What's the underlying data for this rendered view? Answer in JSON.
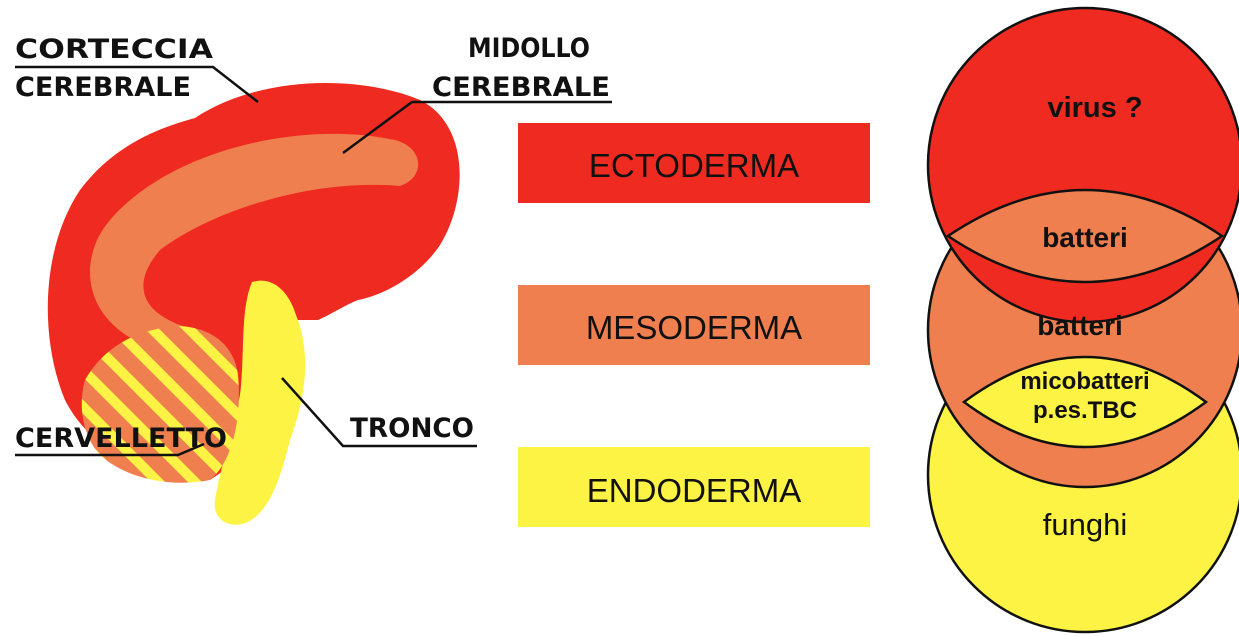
{
  "colors": {
    "ectoderm": "#ef2a20",
    "mesoderm": "#f07f4f",
    "endoderm": "#fdf344",
    "outline": "#111111",
    "background": "#ffffff"
  },
  "brain": {
    "corteccia_line1": "CORTECCIA",
    "corteccia_line2": "CEREBRALE",
    "midollo_line1": "MIDOLLO",
    "midollo_line2": "CEREBRALE",
    "cervelletto": "CERVELLETTO",
    "tronco": "TRONCO"
  },
  "layers": {
    "ectoderma": "ECTODERMA",
    "mesoderma": "MESODERMA",
    "endoderma": "ENDODERMA"
  },
  "circles": {
    "virus": "virus ?",
    "batteri_top": "batteri",
    "batteri_mid": "batteri",
    "micobatteri_line1": "micobatteri",
    "micobatteri_line2": "p.es.TBC",
    "funghi": "funghi"
  }
}
